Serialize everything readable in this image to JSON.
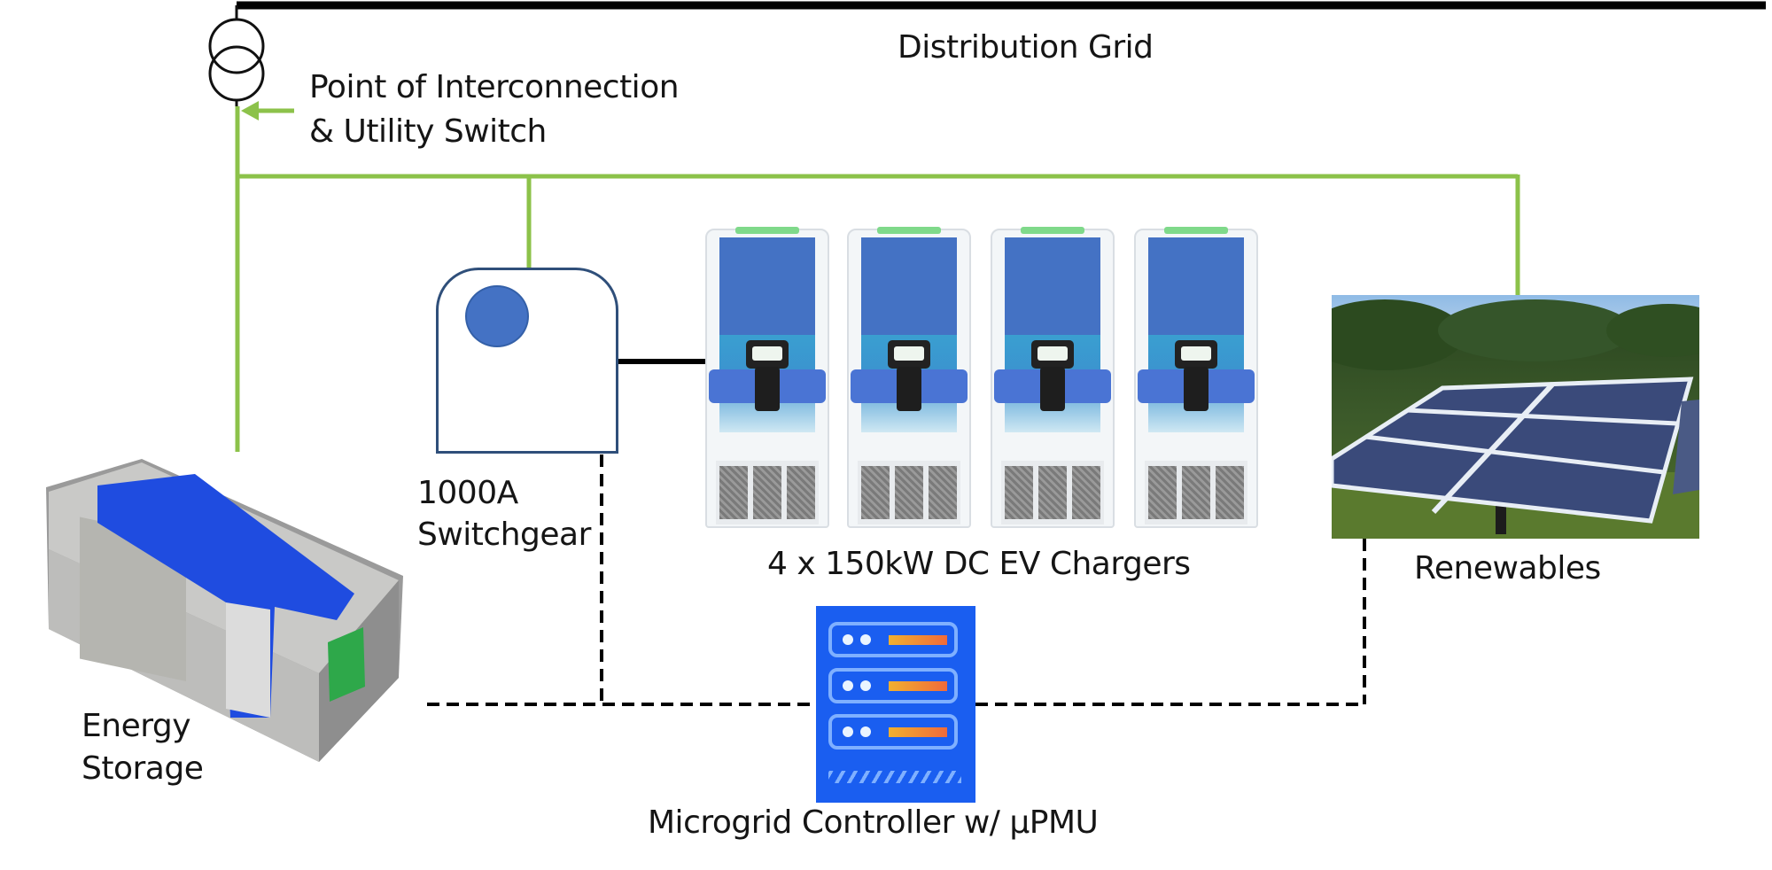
{
  "diagram": {
    "title": "EV Charging Microgrid Architecture",
    "colors": {
      "grid_line": "#000000",
      "ac_bus": "#8cc24a",
      "comm_line": "#000000",
      "switchgear_border": "#2f4f7a",
      "switchgear_dot": "#4472c4",
      "charger_panel": "#4472c4",
      "controller": "#1a5ef0"
    },
    "labels": {
      "distribution_grid": "Distribution Grid",
      "poi_line1": "Point of Interconnection",
      "poi_line2": "& Utility Switch",
      "switchgear_line1": "1000A",
      "switchgear_line2": "Switchgear",
      "chargers": "4 x 150kW DC EV Chargers",
      "renewables": "Renewables",
      "storage_line1": "Energy",
      "storage_line2": "Storage",
      "controller": "Microgrid Controller w/ µPMU"
    },
    "nodes": [
      {
        "id": "distribution-grid",
        "type": "utility-grid"
      },
      {
        "id": "poi-transformer",
        "type": "transformer"
      },
      {
        "id": "switchgear",
        "type": "switchgear",
        "rating": "1000A"
      },
      {
        "id": "ev-chargers",
        "type": "dc-fast-charger",
        "count": 4,
        "power": "150kW"
      },
      {
        "id": "renewables",
        "type": "solar-pv"
      },
      {
        "id": "energy-storage",
        "type": "battery-container"
      },
      {
        "id": "microgrid-controller",
        "type": "controller",
        "feature": "µPMU"
      }
    ],
    "edges": [
      {
        "from": "distribution-grid",
        "to": "poi-transformer",
        "kind": "power"
      },
      {
        "from": "poi-transformer",
        "to": "ac-bus",
        "kind": "power"
      },
      {
        "from": "ac-bus",
        "to": "switchgear",
        "kind": "power"
      },
      {
        "from": "ac-bus",
        "to": "renewables",
        "kind": "power"
      },
      {
        "from": "ac-bus",
        "to": "energy-storage",
        "kind": "power"
      },
      {
        "from": "switchgear",
        "to": "ev-chargers",
        "kind": "power"
      },
      {
        "from": "microgrid-controller",
        "to": "switchgear",
        "kind": "communication"
      },
      {
        "from": "microgrid-controller",
        "to": "renewables",
        "kind": "communication"
      },
      {
        "from": "microgrid-controller",
        "to": "energy-storage",
        "kind": "communication"
      }
    ],
    "charger_count": 4
  }
}
